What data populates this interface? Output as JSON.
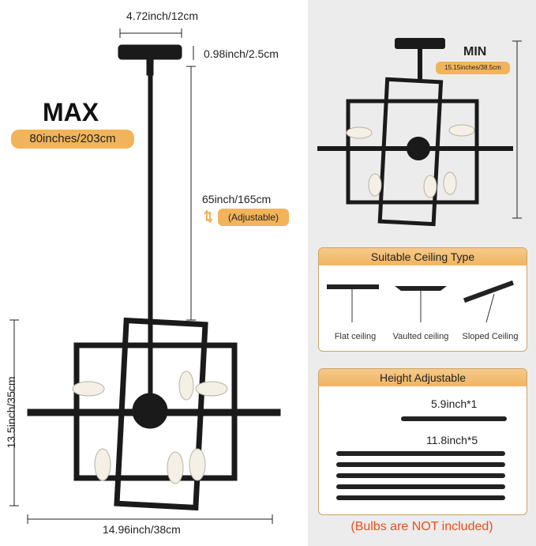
{
  "dimensions": {
    "canopy_width": "4.72inch/12cm",
    "canopy_height": "0.98inch/2.5cm",
    "max_label": "MAX",
    "max_value": "80inches/203cm",
    "rod_length": "65inch/165cm",
    "adjustable": "(Adjustable)",
    "body_height": "13.5inch/35cm",
    "body_width": "14.96inch/38cm",
    "min_label": "MIN",
    "min_value": "15.15inches/38.5cm"
  },
  "ceiling": {
    "title": "Suitable Ceiling Type",
    "types": [
      "Flat ceiling",
      "Vaulted ceiling",
      "Sloped Ceiling"
    ]
  },
  "rods": {
    "title": "Height Adjustable",
    "short": "5.9inch*1",
    "long": "11.8inch*5"
  },
  "note": "(Bulbs are NOT included)",
  "colors": {
    "accent": "#f2b45a",
    "note": "#e8501e",
    "fixture": "#1a1a1a"
  }
}
